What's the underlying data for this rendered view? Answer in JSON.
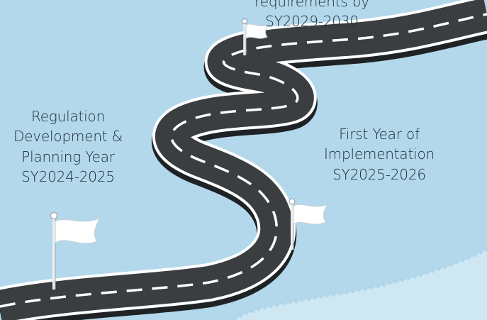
{
  "milestones": [
    {
      "id": "planning",
      "lines": [
        "Regulation",
        "Development &",
        "Planning Year",
        "SY2024-2025"
      ]
    },
    {
      "id": "first-year",
      "lines": [
        "First Year of",
        "Implementation",
        "SY2025-2026"
      ]
    },
    {
      "id": "requirements",
      "lines": [
        "requirements by",
        "SY2029-2030"
      ]
    }
  ],
  "colors": {
    "sky": "#b3d8ec",
    "road": "#3a3e41",
    "road_edge": "#1f2224",
    "lane_marks": "#ffffff",
    "flag": "#ffffff",
    "pole": "#e9eef1",
    "text": "#1b2a33"
  }
}
